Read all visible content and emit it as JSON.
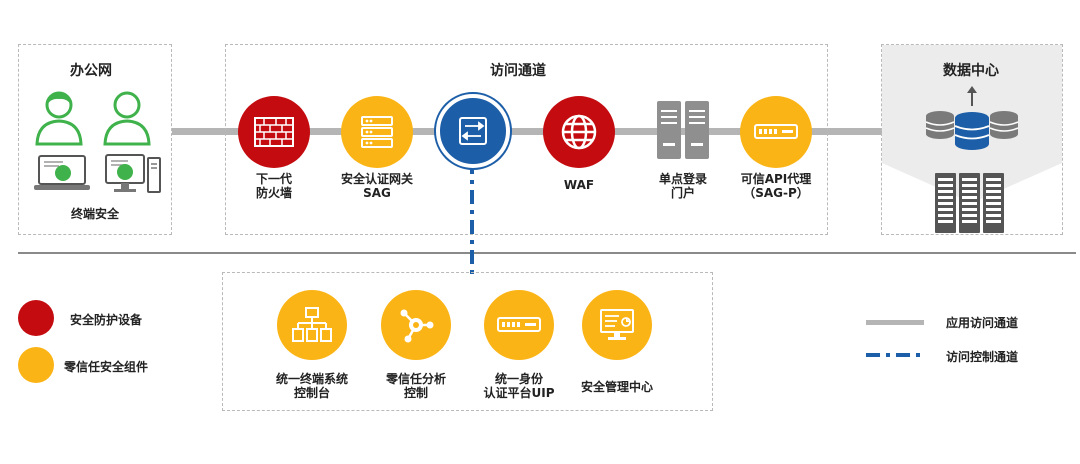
{
  "office": {
    "title": "办公网",
    "bottom_label": "终端安全"
  },
  "channel": {
    "title": "访问通道",
    "items": [
      {
        "line1": "下一代",
        "line2": "防火墙",
        "color": "#c40c10",
        "icon": "firewall-icon"
      },
      {
        "line1": "安全认证网关",
        "line2": "SAG",
        "color": "#fbb415",
        "icon": "gateway-icon"
      },
      {
        "line1": "",
        "line2": "",
        "color": "#1c5ea8",
        "icon": "switch-icon"
      },
      {
        "line1": "WAF",
        "line2": "",
        "color": "#c40c10",
        "icon": "globe-icon"
      },
      {
        "line1": "单点登录",
        "line2": "门户",
        "color": "#888888",
        "icon": "server-rack-icon"
      },
      {
        "line1": "可信API代理",
        "line2": "（SAG-P）",
        "color": "#fbb415",
        "icon": "api-proxy-icon"
      }
    ]
  },
  "datacenter": {
    "title": "数据中心"
  },
  "control": {
    "items": [
      {
        "line1": "统一终端系统",
        "line2": "控制台",
        "icon": "network-tree-icon"
      },
      {
        "line1": "零信任分析",
        "line2": "控制",
        "icon": "analysis-hub-icon"
      },
      {
        "line1": "统一身份",
        "line2": "认证平台UIP",
        "icon": "identity-platform-icon"
      },
      {
        "line1": "安全管理中心",
        "line2": "",
        "icon": "monitor-dashboard-icon"
      }
    ]
  },
  "legend_left": {
    "red_label": "安全防护设备",
    "yellow_label": "零信任安全组件"
  },
  "legend_right": {
    "app_channel": "应用访问通道",
    "control_channel": "访问控制通道"
  },
  "colors": {
    "red": "#c40c10",
    "yellow": "#fbb415",
    "blue": "#1c5ea8",
    "gray_line": "#b5b5b5",
    "green": "#3fb24b"
  }
}
